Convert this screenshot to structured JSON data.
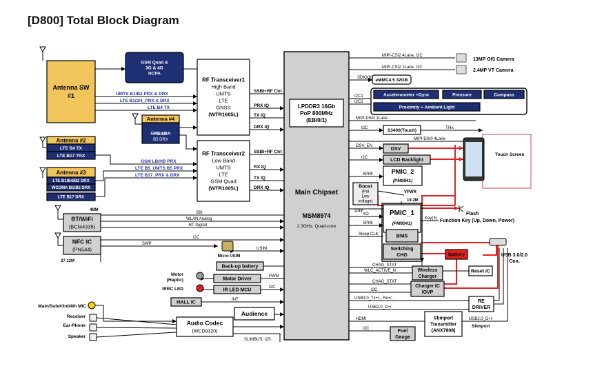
{
  "title": "[D800] Total Block Diagram",
  "colors": {
    "gold": "#f2c45c",
    "navy": "#1f2f73",
    "red": "#e32020",
    "gray": "#d0d0d0",
    "line": "#000000",
    "blue_text": "#2233aa"
  },
  "blocks": {
    "antenna_sw": [
      "Antenna SW",
      "#1"
    ],
    "antenna2": "Antenna #2",
    "antenna3": "Antenna #3",
    "antenna4": "Antenna #4",
    "lte_b4_tx": "LTE B4 TX",
    "lte_b17_trx": "LTE B17 TRX",
    "lte_b1_drx": "LTE B1/B4/B2 DRX",
    "wcdma_drx": "WCDMA B1/B2 DRX",
    "lte_b17_drx": "LTE B17 DRX",
    "gps_lna": "GPS LNA",
    "g4_3g": "4G/3G",
    "b5_drx": "B5 DRX",
    "hcpa": [
      "GSM  Quad &",
      "3G & 4G",
      "HCPA"
    ],
    "rf1": [
      "RF Transceiver1",
      "High Band",
      "UMTS",
      "LTE",
      "GNSS",
      "(WTR1605L)"
    ],
    "rf2": [
      "RF Transceiver2",
      "Low Band",
      "UMTS",
      "LTE",
      "GSM Quad",
      "(WTR1605L)"
    ],
    "lpddr": [
      "LPDDR3 16Gb",
      "PoP 800MHz",
      "(EBI0/1)"
    ],
    "main_chipset": "Main Chipset",
    "msm": "MSM8974",
    "msm_sub": "2.3GHz, Quad-core",
    "bt_wifi": [
      "BT/WiFi",
      "(BCM4335)"
    ],
    "nfc": [
      "NFC IC",
      "(PN544)"
    ],
    "micro_usim": "Micro USIM",
    "backup_battery": "Back-up battery",
    "motor_driver": "Motor Driver",
    "ir_led_mcu": "IR LED MCU",
    "hall_ic": "HALL IC",
    "audience": "Audience",
    "audio_codec": [
      "Audio Codec",
      "(WCD9320)"
    ],
    "emmc": "eMMC4.5 32GB",
    "accel": "Accelerometer +Gyro",
    "pressure": "Pressure",
    "compass": "Compass",
    "proximity": "Proximity + Ambient Light",
    "s3400": "S3400(Touch)",
    "dsv": "DSV",
    "lcd_backlight": "LCD Backlight",
    "pmic2": [
      "PMIC_2",
      "(PM8841)"
    ],
    "boost": [
      "Boost",
      "(Pol",
      "Low",
      "voltage)"
    ],
    "pmic1": [
      "PMIC_1",
      "(PM8941)"
    ],
    "bms": "BMS",
    "switching": [
      "Switching",
      "CHG"
    ],
    "battery": "Battery",
    "wireless": [
      "Wireless",
      "Charger"
    ],
    "charger_ic": [
      "Charger IC",
      "/OVP"
    ],
    "reset_ic": "Reset IC",
    "re_driver": [
      "RE",
      "DRIVER"
    ],
    "slimport": [
      "Slimport",
      "Transmitter",
      "(ANX7808)"
    ],
    "fuel_gauge": [
      "Fuel",
      "Gauge"
    ],
    "camera13": "13MP OIS Camera",
    "camera24": "2.4MP VT Camera",
    "touch_screen": "Touch Screen",
    "flash": "Flash",
    "function_key": "Function Key (Up, Down, Power)",
    "usb": [
      "USB 3.0/2.0",
      "Con."
    ],
    "slimport_lbl": "Slimport",
    "motor_haptic": [
      "Motor",
      "(Haptic)"
    ],
    "irrc_led": "IRRC LED",
    "mic": "Main/Sub/#3rd/4th  MIC",
    "receiver": "Receiver",
    "earphone": "Ear-Phone",
    "speaker": "Speaker",
    "clk_48m": "48M",
    "clk_27m": "27.12M",
    "clk_19m": "19.2M"
  },
  "signals": {
    "umts_b1b2": "UMTS B1/B2 PRX & DRX",
    "lte_b1": "LTE B1/2/4_PRX & DRX",
    "lte_b4tx": "LTE B4 TX",
    "gsm_lb": "GSM LB/HB PRX",
    "lte_b5": "LTE B5_UMTS B5 PRX",
    "lte_b17": "LTE B17_PRX & DRX",
    "ssbi1": "SSBI+RF Ctrl",
    "prx_iq": "PRX IQ",
    "tx_iq1": "TX IQ",
    "drx_iq1": "DRX IQ",
    "ssbi2": "SSBI+RF Ctrl",
    "rx_iq": "RX IQ",
    "tx_iq2": "TX IQ",
    "drx_iq2": "DRX IQ",
    "sbi": "SBI",
    "wlan": "WLAN Analog",
    "bt_digital": "BT Digital",
    "i2c_nfc": "I2C",
    "swp": "SWP",
    "usim": "USIM",
    "pwm": "PWM",
    "i2c_ir": "I2C",
    "int": "INT",
    "slimbus": "SLIMBUS, I2S",
    "mipi_csi2_4": "MIPI-CSI2 4Lane, I2C",
    "mipi_csi2_2": "MIPI-CSI2 2Lane, I2C",
    "sdio": "SDIO(8)",
    "i2c1": "I2C1",
    "i2c2": "I2C2",
    "mipi_dsi0_1": "MIPI-DSI0 1Lane",
    "i2c_touch": "I2C",
    "trx": "TRx",
    "mipi_dsi0_4": "MIPI-DSI0 4Lane",
    "dsv_en": "DSV_EN",
    "i2c_lcd": "I2C",
    "spmi1": "SPMI",
    "vpwr": "VPWR",
    "v35": "3.5V",
    "xo": "XO",
    "spmi2": "SPMI",
    "key3": "Key(3)",
    "sleep_clk": "Sleep CLK",
    "chag_stat1": "CHAG_STAT",
    "wlc_active": "WLC_ACTIVE_N",
    "chag_stat2": "CHAG_STAT",
    "i2c_chg": "I2C",
    "usb30": "USB3.0_Tx+/-, Rx+/-",
    "usb20": "USB2.0_D+/-",
    "hdmi": "HDMI",
    "i2c_fuel": "I2C",
    "usb20_slim": "USB2.0_D+/-"
  }
}
